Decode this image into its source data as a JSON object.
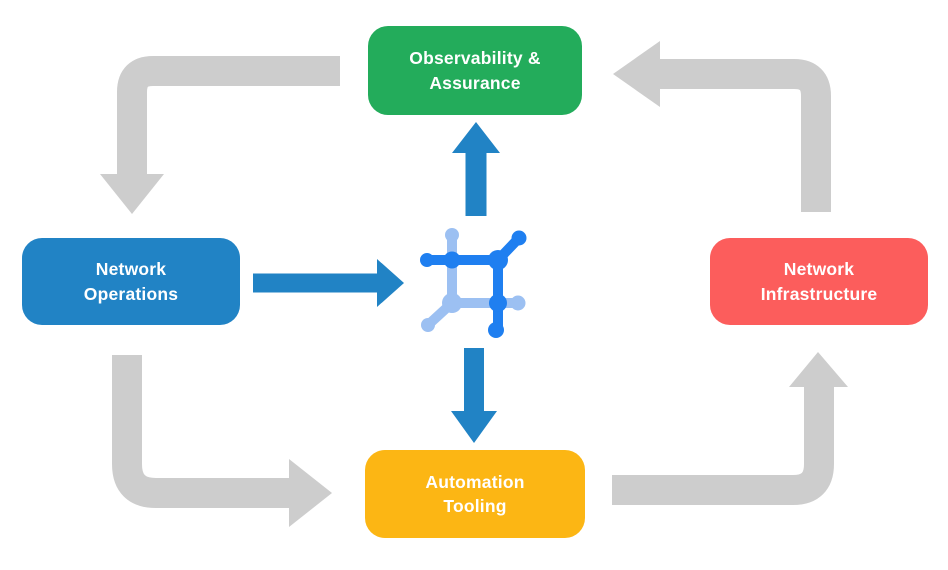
{
  "title": "Network automation cycle diagram",
  "colors": {
    "green": "#23AC5B",
    "blue": "#2183C5",
    "red": "#FC5D5C",
    "yellow": "#FCB614",
    "arrow_gray": "#CDCDCD",
    "arrow_blue": "#2183C5",
    "icon_blue": "#1F7FF0",
    "icon_light_blue": "#9CC0F2",
    "text": "#FFFFFF"
  },
  "nodes": [
    {
      "id": "observability-assurance",
      "line1": "Observability &",
      "line2": "Assurance",
      "color": "#23AC5B"
    },
    {
      "id": "network-operations",
      "line1": "Network",
      "line2": "Operations",
      "color": "#2183C5"
    },
    {
      "id": "network-infrastructure",
      "line1": "Network",
      "line2": "Infrastructure",
      "color": "#FC5D5C"
    },
    {
      "id": "automation-tooling",
      "line1": "Automation",
      "line2": "Tooling",
      "color": "#FCB614"
    }
  ],
  "center_icon": "network-automation-icon",
  "edges": [
    {
      "from": "observability-assurance",
      "to": "network-operations",
      "style": "gray-bent-arrow"
    },
    {
      "from": "network-infrastructure",
      "to": "observability-assurance",
      "style": "gray-bent-arrow"
    },
    {
      "from": "network-operations",
      "to": "automation-tooling",
      "style": "gray-bent-arrow"
    },
    {
      "from": "automation-tooling",
      "to": "network-infrastructure",
      "style": "gray-bent-arrow"
    },
    {
      "from": "network-operations",
      "to": "center-icon",
      "style": "blue-straight-arrow"
    },
    {
      "from": "center-icon",
      "to": "observability-assurance",
      "style": "blue-straight-arrow"
    },
    {
      "from": "center-icon",
      "to": "automation-tooling",
      "style": "blue-straight-arrow"
    }
  ]
}
